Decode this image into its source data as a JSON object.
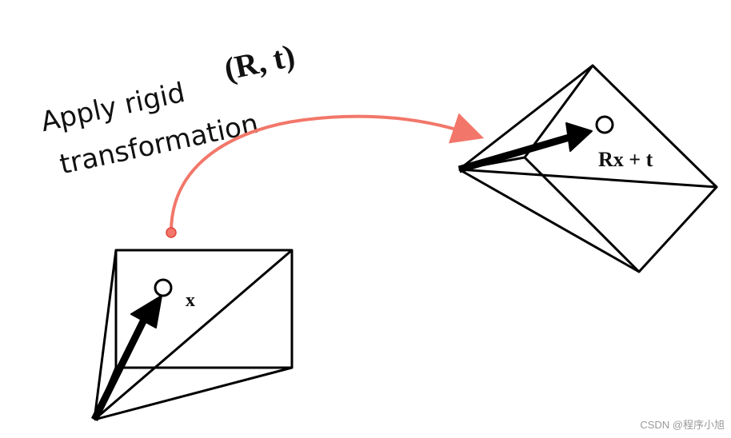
{
  "caption": {
    "line1_prefix": "Apply rigid",
    "line1_math": "(R, t)",
    "line2": "transformation"
  },
  "labels": {
    "source_point": "x",
    "target_point": "Rx + t"
  },
  "watermark": "CSDN @程序小旭",
  "colors": {
    "arrow_red": "#f2776a",
    "ink": "#000000"
  }
}
